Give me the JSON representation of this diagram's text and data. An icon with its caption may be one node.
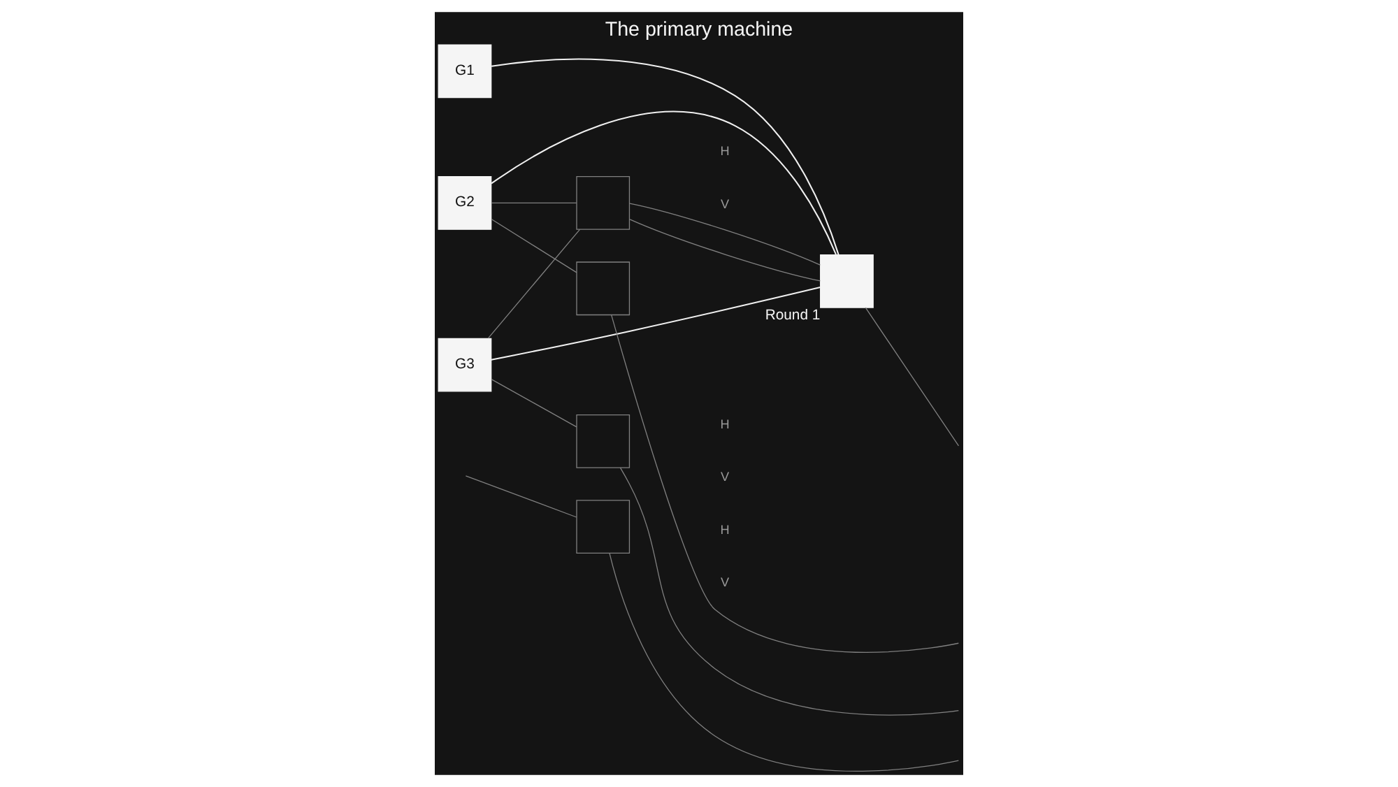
{
  "diagram": {
    "title": "The primary machine",
    "nodes": [
      {
        "text": [
          "G1"
        ]
      },
      {
        "text": [
          "G2"
        ]
      },
      {
        "text": [
          "G3"
        ]
      },
      {
        "text": [],
        "shape": "box"
      },
      {
        "text": [],
        "shape": "box"
      },
      {
        "text": [],
        "shape": "box"
      },
      {
        "text": [],
        "shape": "box"
      },
      {
        "text": [
          "Round 1"
        ]
      }
    ],
    "edges": [
      {
        "from": 0,
        "to": 7,
        "arrow": "none",
        "color": "#f0f0f0"
      },
      {
        "from": 1,
        "to": 7,
        "arrow": "none",
        "color": "#f0f0f0"
      },
      {
        "from": 2,
        "to": 7,
        "arrow": "none",
        "color": "#f0f0f0"
      },
      {
        "from": 1,
        "to": 3,
        "arrow": "none"
      },
      {
        "from": 2,
        "to": 3,
        "arrow": "none"
      },
      {
        "from": 1,
        "to": 4,
        "arrow": "none"
      },
      {
        "from": 2,
        "to": 5,
        "arrow": "none"
      },
      {
        "from": null,
        "to": 6,
        "arrow": "none"
      },
      {
        "from": 3,
        "to": 7,
        "arrow": "none"
      },
      {
        "from": 3,
        "to": 7,
        "arrow": "none"
      },
      {
        "from": 7,
        "to": null,
        "arrow": "none"
      },
      {
        "from": 4,
        "to": null,
        "arrow": "none"
      },
      {
        "from": 5,
        "to": null,
        "arrow": "none"
      },
      {
        "from": 6,
        "to": null,
        "arrow": "none"
      }
    ],
    "labels": [
      "H",
      "V",
      "H",
      "V",
      "H",
      "V"
    ]
  }
}
